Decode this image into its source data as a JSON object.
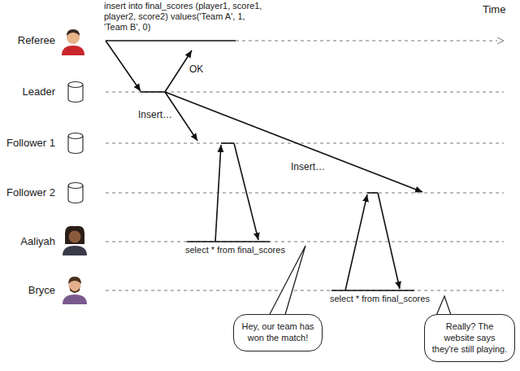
{
  "diagram": {
    "nodes": [
      {
        "text": [
          "Hey, our team has won the match!"
        ]
      },
      {
        "text": [
          "Really? The website says they're still playing."
        ]
      }
    ],
    "labels": [
      "insert into final_scores (player1, score1, player2, score2) values('Team A', 1, 'Team B', 0)",
      "Time",
      "Referee",
      "Leader",
      "Follower 1",
      "Follower 2",
      "Aaliyah",
      "Bryce",
      "OK",
      "Insert…",
      "Insert…",
      "select * from final_scores",
      "select * from final_scores"
    ]
  }
}
